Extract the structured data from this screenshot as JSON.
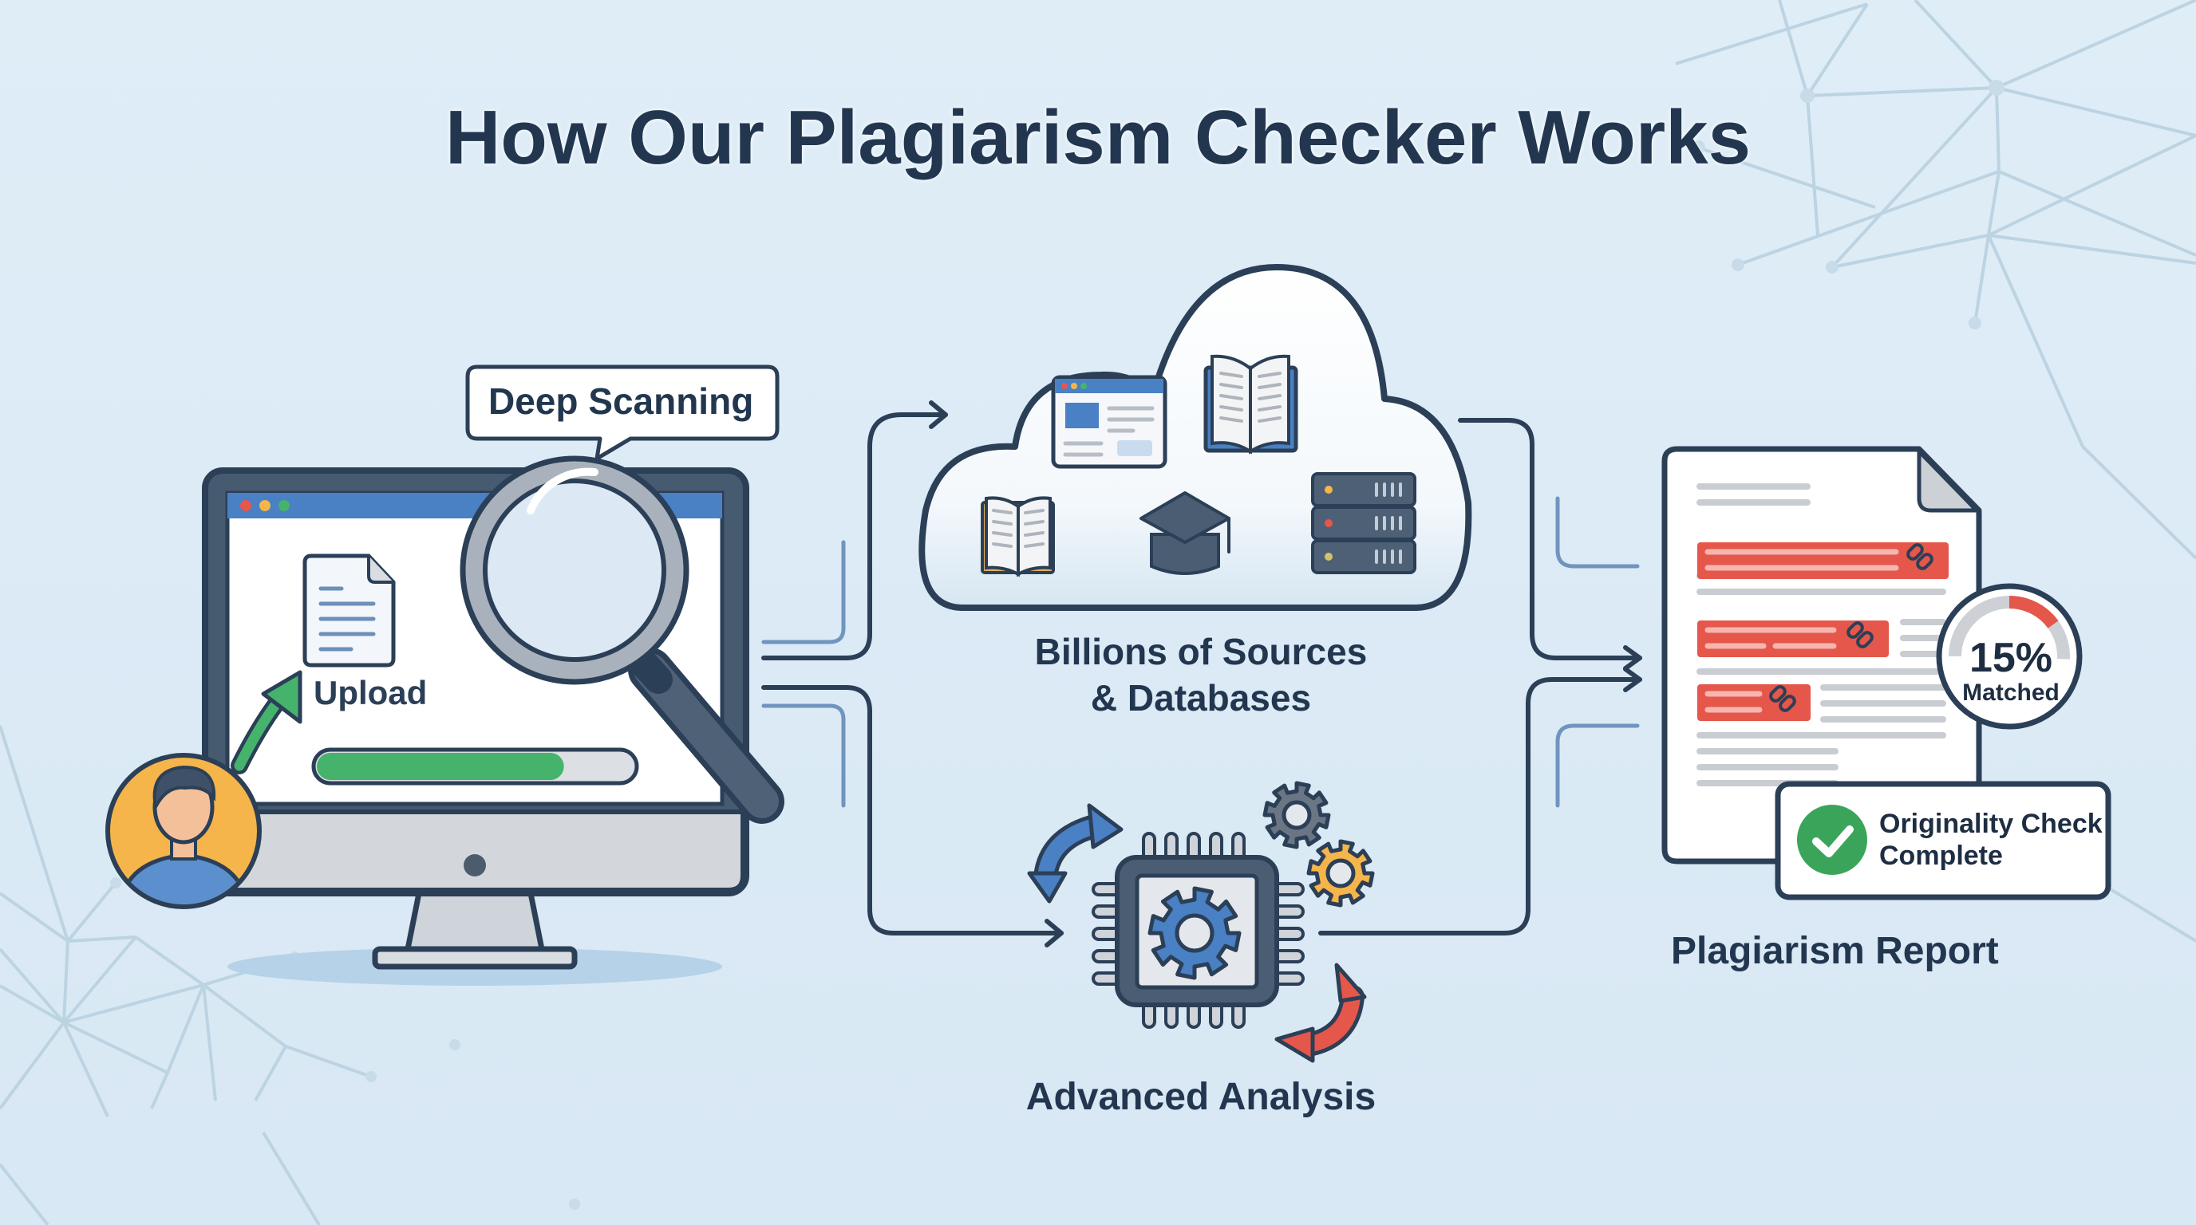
{
  "title": "How Our Plagiarism Checker Works",
  "steps": {
    "upload": {
      "bubble_label": "Deep Scanning",
      "upload_label": "Upload",
      "upload_progress": 0.78
    },
    "sources": {
      "label_line1": "Billions of Sources",
      "label_line2": "& Databases",
      "icons": [
        "web-page-icon",
        "open-book-icon",
        "open-book-icon",
        "graduation-cap-icon",
        "server-rack-icon"
      ]
    },
    "analysis": {
      "label": "Advanced Analysis",
      "icons": [
        "processor-chip-icon",
        "gear-icon",
        "gear-icon",
        "cycle-arrow-icon"
      ]
    },
    "report": {
      "label": "Plagiarism Report",
      "match_percent": "15%",
      "match_value": 0.15,
      "match_label": "Matched",
      "status_line1": "Originality Check",
      "status_line2": "Complete"
    }
  },
  "colors": {
    "background": "#dbeaf5",
    "outline": "#2b3f57",
    "accent_blue": "#4a80c4",
    "progress_green": "#45b36b",
    "highlight_red": "#e5574a",
    "avatar_yellow": "#f5b54a",
    "check_green": "#3aa55a"
  }
}
